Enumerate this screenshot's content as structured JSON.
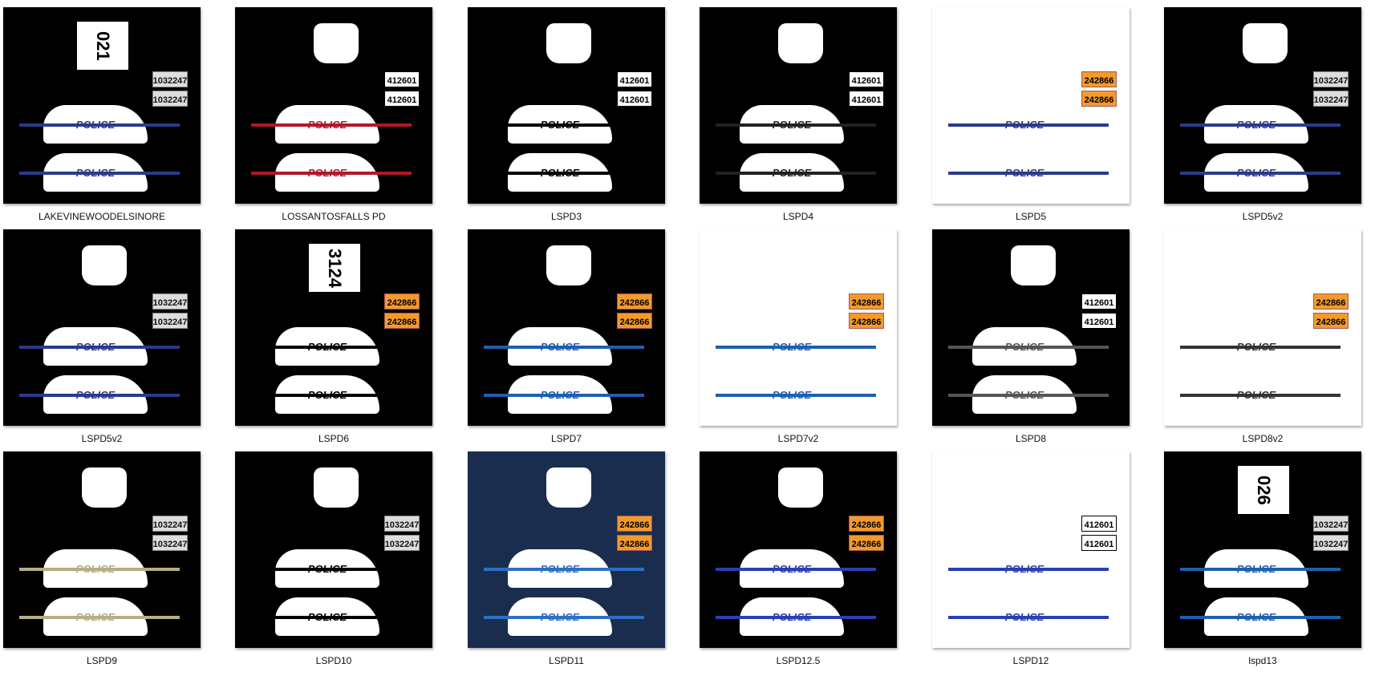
{
  "items": [
    {
      "label": "LAKEVINEWOODELSINORE",
      "bg": "#000000",
      "top": "021",
      "plate": "grey",
      "plate_text": "1032247",
      "body_text": "POLICE",
      "accent": "#2b3a8a"
    },
    {
      "label": "LOSSANTOSFALLS PD",
      "bg": "#000000",
      "plate": "white",
      "plate_text": "412601",
      "body_text": "POLICE",
      "accent": "#b0182a"
    },
    {
      "label": "LSPD3",
      "bg": "#000000",
      "plate": "white",
      "plate_text": "412601",
      "body_text": "POLICE",
      "accent": "#000000"
    },
    {
      "label": "LSPD4",
      "bg": "#000000",
      "plate": "white",
      "plate_text": "412601",
      "body_text": "POLICE",
      "accent": "#222222"
    },
    {
      "label": "LSPD5",
      "bg": "#ffffff",
      "plate": "orange",
      "plate_text": "242866",
      "body_text": "POLICE",
      "accent": "#2b3a8a"
    },
    {
      "label": "LSPD5v2",
      "bg": "#000000",
      "plate": "grey",
      "plate_text": "1032247",
      "body_text": "POLICE",
      "accent": "#2b3a8a"
    },
    {
      "label": "LSPD5v2",
      "bg": "#000000",
      "plate": "grey",
      "plate_text": "1032247",
      "body_text": "POLICE",
      "accent": "#2b3a8a"
    },
    {
      "label": "LSPD6",
      "bg": "#000000",
      "top": "3124",
      "plate": "orange",
      "plate_text": "242866",
      "body_text": "POLICE",
      "accent": "#000000"
    },
    {
      "label": "LSPD7",
      "bg": "#000000",
      "plate": "orange",
      "plate_text": "242866",
      "body_text": "POLICE",
      "accent": "#1f5fb0"
    },
    {
      "label": "LSPD7v2",
      "bg": "#ffffff",
      "plate": "orange",
      "plate_text": "242866",
      "body_text": "POLICE",
      "accent": "#1f5fb0"
    },
    {
      "label": "LSPD8",
      "bg": "#000000",
      "plate": "white",
      "plate_text": "412601",
      "body_text": "POLICE",
      "accent": "#555555"
    },
    {
      "label": "LSPD8v2",
      "bg": "#ffffff",
      "plate": "orange",
      "plate_text": "242866",
      "body_text": "POLICE",
      "accent": "#333333"
    },
    {
      "label": "LSPD9",
      "bg": "#000000",
      "plate": "grey",
      "plate_text": "1032247",
      "body_text": "POLICE",
      "accent": "#b5ad86"
    },
    {
      "label": "LSPD10",
      "bg": "#000000",
      "plate": "grey",
      "plate_text": "1032247",
      "body_text": "POLICE",
      "accent": "#000000"
    },
    {
      "label": "LSPD11",
      "bg": "#1a2d4f",
      "plate": "orange",
      "plate_text": "242866",
      "body_text": "POLICE",
      "accent": "#2c6fc4"
    },
    {
      "label": "LSPD12.5",
      "bg": "#000000",
      "plate": "orange",
      "plate_text": "242866",
      "body_text": "POLICE",
      "accent": "#2a3fb0"
    },
    {
      "label": "LSPD12",
      "bg": "#ffffff",
      "plate": "white",
      "plate_text": "412601",
      "body_text": "POLICE",
      "accent": "#2a3fb0"
    },
    {
      "label": "lspd13",
      "bg": "#000000",
      "top": "026",
      "plate": "grey",
      "plate_text": "1032247",
      "body_text": "POLICE",
      "accent": "#1f5fb0"
    }
  ]
}
